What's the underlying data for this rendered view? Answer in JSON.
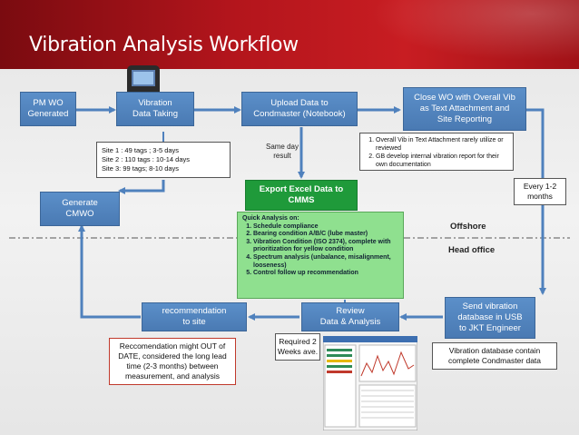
{
  "slide": {
    "title": "Vibration Analysis Workflow"
  },
  "boxes": {
    "pm_wo": "PM WO\nGenerated",
    "vibration_data_taking": "Vibration\nData Taking",
    "upload_data": "Upload Data to\nCondmaster (Notebook)",
    "close_wo": "Close WO with Overall Vib\nas Text Attachment and\nSite Reporting",
    "generate_cmwo": "Generate\nCMWO",
    "export_excel": "Export Excel Data to\nCMMS",
    "recommendation": "recommendation\nto site",
    "review_analysis": "Review\nData & Analysis",
    "send_vibration": "Send vibration\ndatabase in USB\nto JKT Engineer"
  },
  "notes": {
    "sites": "Site 1 : 49 tags ; 3-5 days\nSite 2 : 110 tags : 10-14 days\nSite 3: 99 tags; 8-10 days",
    "same_day": "Same day\nresult",
    "every_months": "Every 1-2\nmonths",
    "required_weeks": "Required 2\nWeeks ave.",
    "recommendation_note": "Reccomendation might OUT of\nDATE, considered the long lead\ntime (2-3 months) between\nmeasurement, and analysis",
    "vib_database_note": "Vibration database contain\ncomplete Condmaster data",
    "close_list": [
      "Overall Vib in Text Attachment rarely utilize or reviewed",
      "GB develop internal vibration report for their own documentation"
    ]
  },
  "quick_analysis": {
    "heading": "Quick Analysis on:",
    "items": [
      "Schedule compliance",
      "Bearing condition A/B/C (lube master)",
      "Vibration Condition (ISO 2374), complete with prioritization for yellow condition",
      "Spectrum analysis (unbalance, misalignment, looseness)",
      "Control follow up recommendation"
    ]
  },
  "labels": {
    "offshore": "Offshore",
    "head_office": "Head office"
  },
  "colors": {
    "title_bar": "#b3151c",
    "process_box": "#4f81bd",
    "export_box": "#1f9a3a",
    "quick_analysis_box": "#8fe08f",
    "arrow": "#4f81bd"
  }
}
